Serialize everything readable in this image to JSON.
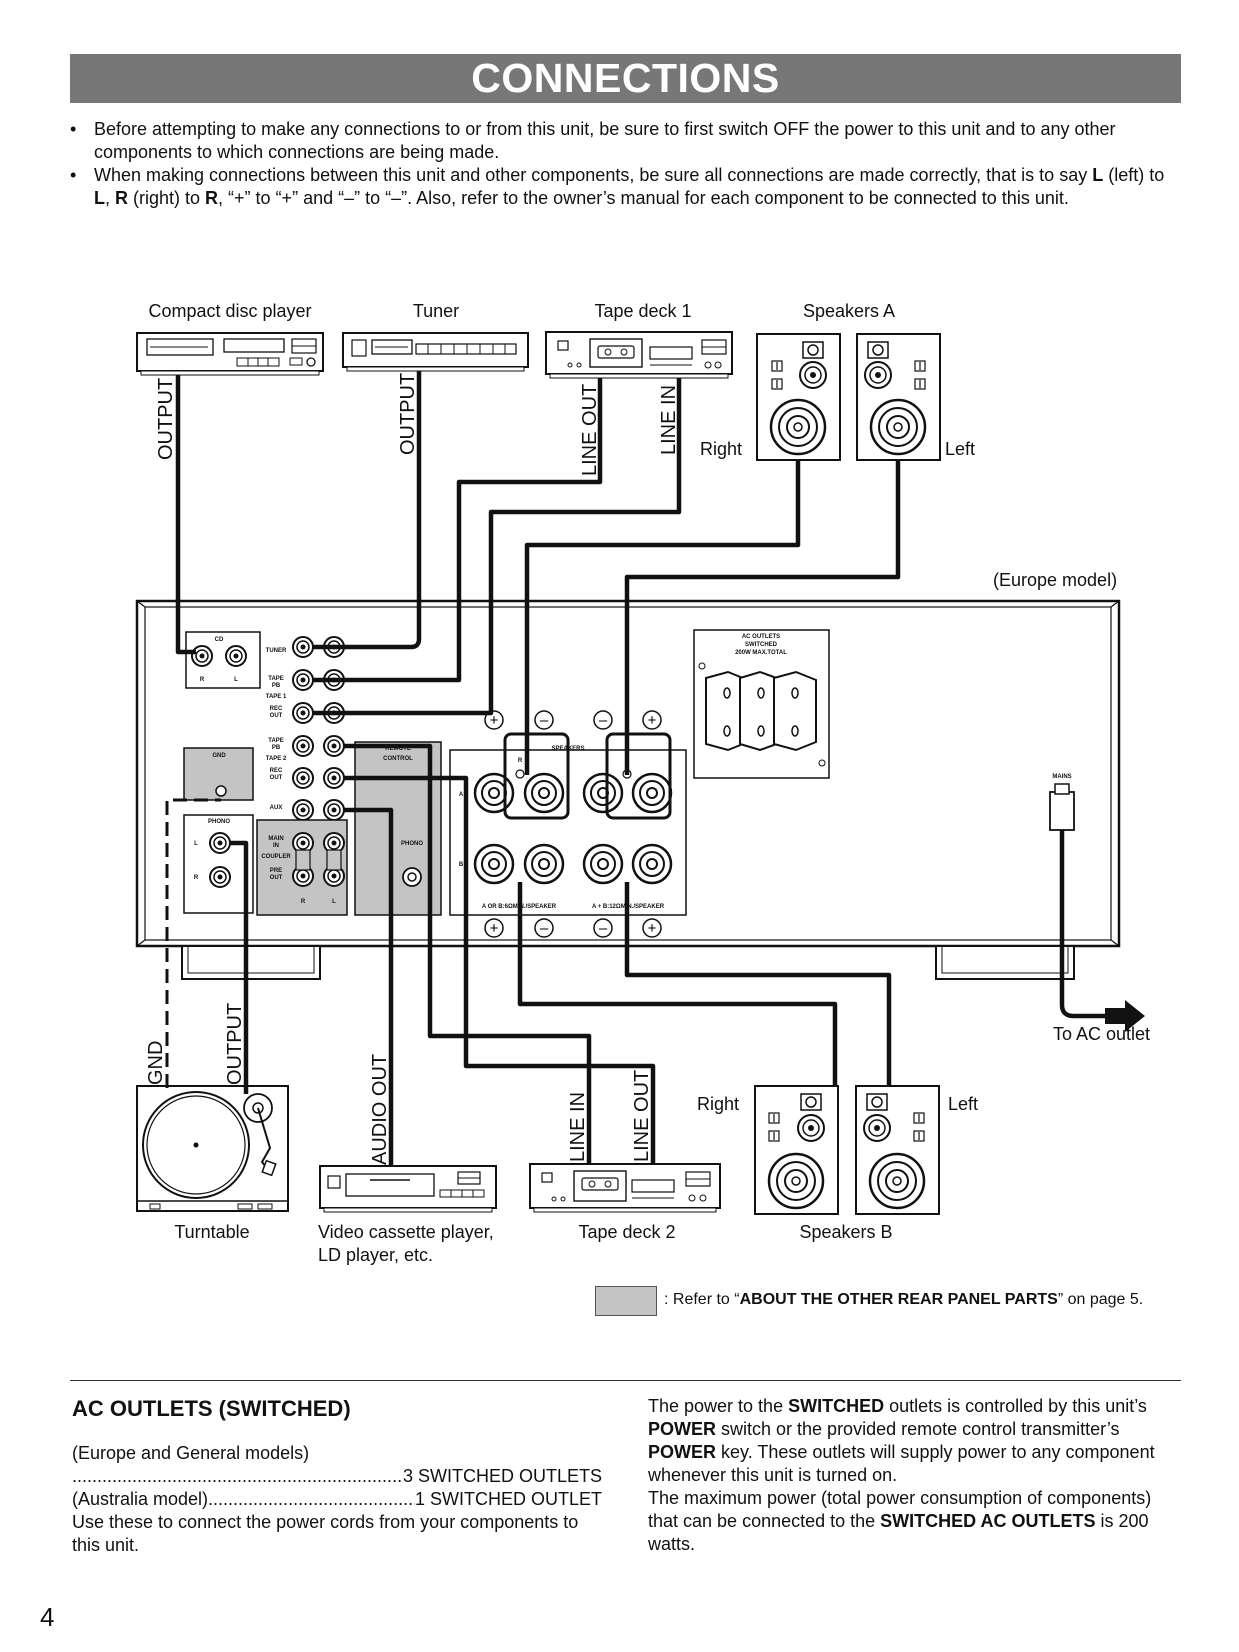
{
  "header": {
    "title": "CONNECTIONS"
  },
  "intro": {
    "bullet1": "Before attempting to make any connections to or from this unit, be sure to first switch OFF the power to this unit and to any other components to which connections are being made.",
    "bullet2_a": "When making connections between this unit and other components, be sure all connections are made correctly, that is to say ",
    "bullet2_L": "L",
    "bullet2_b": " (left) to ",
    "bullet2_L2": "L",
    "bullet2_c": ", ",
    "bullet2_R": "R",
    "bullet2_d": " (right) to ",
    "bullet2_R2": "R",
    "bullet2_e": ", “+” to “+” and “–” to “–”.  Also, refer to the owner’s manual for each component to be connected to this unit."
  },
  "diagram": {
    "components": {
      "cd_player": "Compact disc player",
      "tuner": "Tuner",
      "tape_deck_1": "Tape deck 1",
      "speakers_a": "Speakers A",
      "turntable": "Turntable",
      "vcr_line1": "Video cassette player,",
      "vcr_line2": "LD player, etc.",
      "tape_deck_2": "Tape deck 2",
      "speakers_b": "Speakers B"
    },
    "labels": {
      "right_a": "Right",
      "left_a": "Left",
      "right_b": "Right",
      "left_b": "Left",
      "europe_model": "(Europe model)",
      "to_ac_outlet": "To AC outlet"
    },
    "cables": {
      "cd_output": "OUTPUT",
      "tuner_output": "OUTPUT",
      "tape1_line_out": "LINE OUT",
      "tape1_line_in": "LINE IN",
      "gnd": "GND",
      "turntable_output": "OUTPUT",
      "vcr_audio_out": "AUDIO OUT",
      "tape2_line_in": "LINE IN",
      "tape2_line_out": "LINE OUT"
    },
    "panel": {
      "cd": "CD",
      "tuner": "TUNER",
      "tape": "TAPE",
      "pb": "PB",
      "tape1": "TAPE 1",
      "rec": "REC",
      "out": "OUT",
      "tape2": "TAPE 2",
      "aux": "AUX",
      "main": "MAIN",
      "in": "IN",
      "coupler": "COUPLER",
      "pre": "PRE",
      "gnd": "GND",
      "phono": "PHONO",
      "remote": "REMOTE",
      "control": "CONTROL",
      "speakers": "SPEAKERS",
      "ac_outlets_1": "AC OUTLETS",
      "ac_outlets_2": "SWITCHED",
      "ac_outlets_3": "200W MAX.TOTAL",
      "mains": "MAINS",
      "row_a": "A",
      "row_b": "B",
      "imp_left": "A OR B:6ΩMIN./SPEAKER",
      "imp_right": "A + B:12ΩMIN./SPEAKER",
      "r": "R",
      "l": "L",
      "plus": "+",
      "minus": "–"
    }
  },
  "legend": {
    "prefix": ": Refer to “",
    "bold": "ABOUT THE OTHER REAR PANEL PARTS",
    "suffix": "” on page 5."
  },
  "ac_section": {
    "title": "AC OUTLETS (SWITCHED)",
    "models_line": "(Europe and General models)",
    "switched_3": "3 SWITCHED OUTLETS",
    "australia_label": "(Australia model) ",
    "switched_1": "1 SWITCHED OUTLET",
    "usage": "Use these to connect the power cords from your components to this unit.",
    "r1": "The power to the ",
    "r2": "SWITCHED",
    "r3": " outlets is controlled by this unit’s ",
    "r4": "POWER",
    "r5": " switch or the provided remote control transmitter’s ",
    "r6": "POWER",
    "r7": " key.  These outlets will supply power to any component whenever this unit is turned on.",
    "r8": "The maximum power (total power consumption of components) that can be connected to the ",
    "r9": "SWITCHED AC OUTLETS",
    "r10": " is 200 watts."
  },
  "page_number": "4"
}
